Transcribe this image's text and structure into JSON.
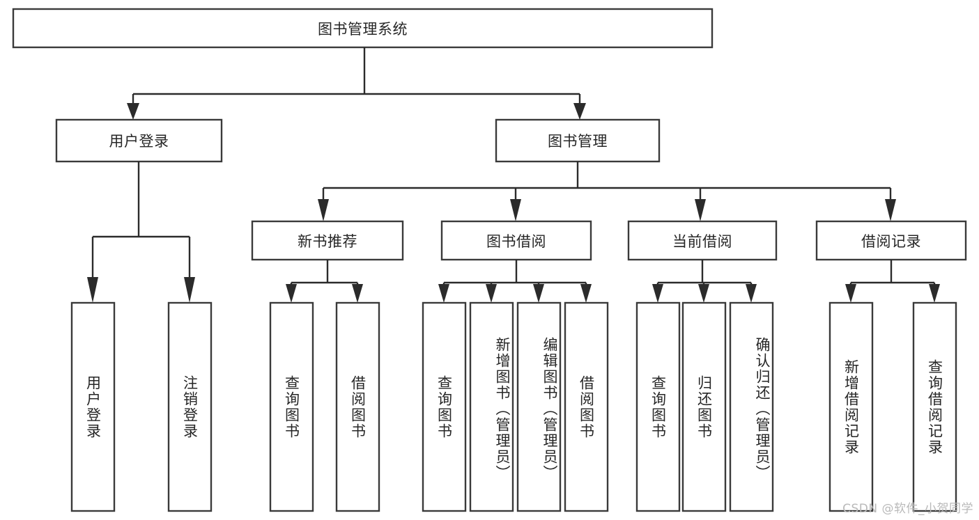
{
  "diagram": {
    "type": "tree-hierarchy",
    "title": "图书管理系统",
    "orientation": "top-down",
    "colors": {
      "box_stroke": "#3a3a3a",
      "connector": "#2b2b2b",
      "box_fill": "#ffffff",
      "text": "#262626",
      "watermark": "#b9b9b9",
      "background": "#ffffff"
    },
    "root": {
      "label": "图书管理系统",
      "orientation": "horizontal"
    },
    "level2": [
      {
        "label": "用户登录",
        "orientation": "horizontal"
      },
      {
        "label": "图书管理",
        "orientation": "horizontal"
      }
    ],
    "level3": [
      {
        "label": "新书推荐",
        "orientation": "horizontal",
        "parent": "图书管理"
      },
      {
        "label": "图书借阅",
        "orientation": "horizontal",
        "parent": "图书管理"
      },
      {
        "label": "当前借阅",
        "orientation": "horizontal",
        "parent": "图书管理"
      },
      {
        "label": "借阅记录",
        "orientation": "horizontal",
        "parent": "图书管理"
      }
    ],
    "leaves": {
      "用户登录": [
        {
          "label": "用户登录",
          "orientation": "vertical"
        },
        {
          "label": "注销登录",
          "orientation": "vertical"
        }
      ],
      "新书推荐": [
        {
          "label": "查询图书",
          "orientation": "vertical"
        },
        {
          "label": "借阅图书",
          "orientation": "vertical"
        }
      ],
      "图书借阅": [
        {
          "label": "查询图书",
          "orientation": "vertical"
        },
        {
          "label": "新增图书（管理员）",
          "orientation": "vertical"
        },
        {
          "label": "编辑图书（管理员）",
          "orientation": "vertical"
        },
        {
          "label": "借阅图书",
          "orientation": "vertical"
        }
      ],
      "当前借阅": [
        {
          "label": "查询图书",
          "orientation": "vertical"
        },
        {
          "label": "归还图书",
          "orientation": "vertical"
        },
        {
          "label": "确认归还（管理员）",
          "orientation": "vertical"
        }
      ],
      "借阅记录": [
        {
          "label": "新增借阅记录",
          "orientation": "vertical"
        },
        {
          "label": "查询借阅记录",
          "orientation": "vertical"
        }
      ]
    }
  },
  "watermark": {
    "text": "CSDN @软件_小贺同学"
  }
}
